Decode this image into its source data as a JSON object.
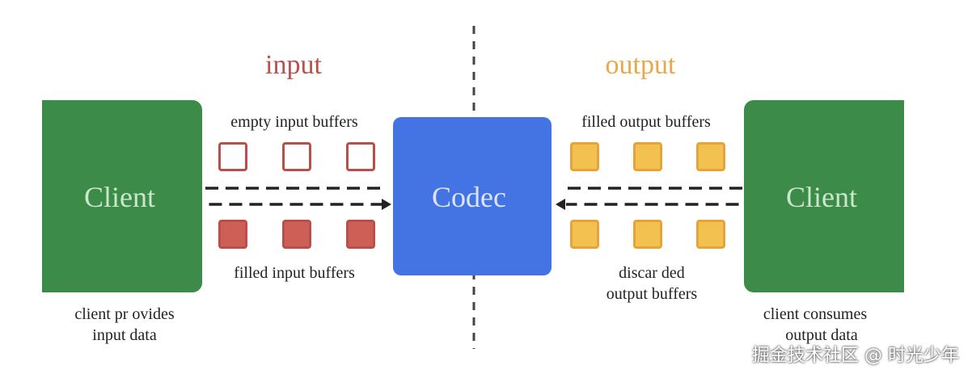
{
  "titles": {
    "input": "input",
    "output": "output"
  },
  "colors": {
    "input_title": "#b8504b",
    "output_title": "#e9a747",
    "client_box": "#3c8b49",
    "codec_box": "#4473e4"
  },
  "left_client": {
    "label": "Client",
    "caption_line1": "client pr ovides",
    "caption_line2": "input data"
  },
  "codec": {
    "label": "Codec"
  },
  "right_client": {
    "label": "Client",
    "caption_line1": "client consumes",
    "caption_line2": "output data"
  },
  "input_buffers": {
    "empty_label": "empty input buffers",
    "filled_label": "filled input buffers"
  },
  "output_buffers": {
    "filled_label": "filled output buffers",
    "discarded_line1": "discar ded",
    "discarded_line2": "output buffers"
  },
  "watermark": "掘金技术社区 @ 时光少年"
}
